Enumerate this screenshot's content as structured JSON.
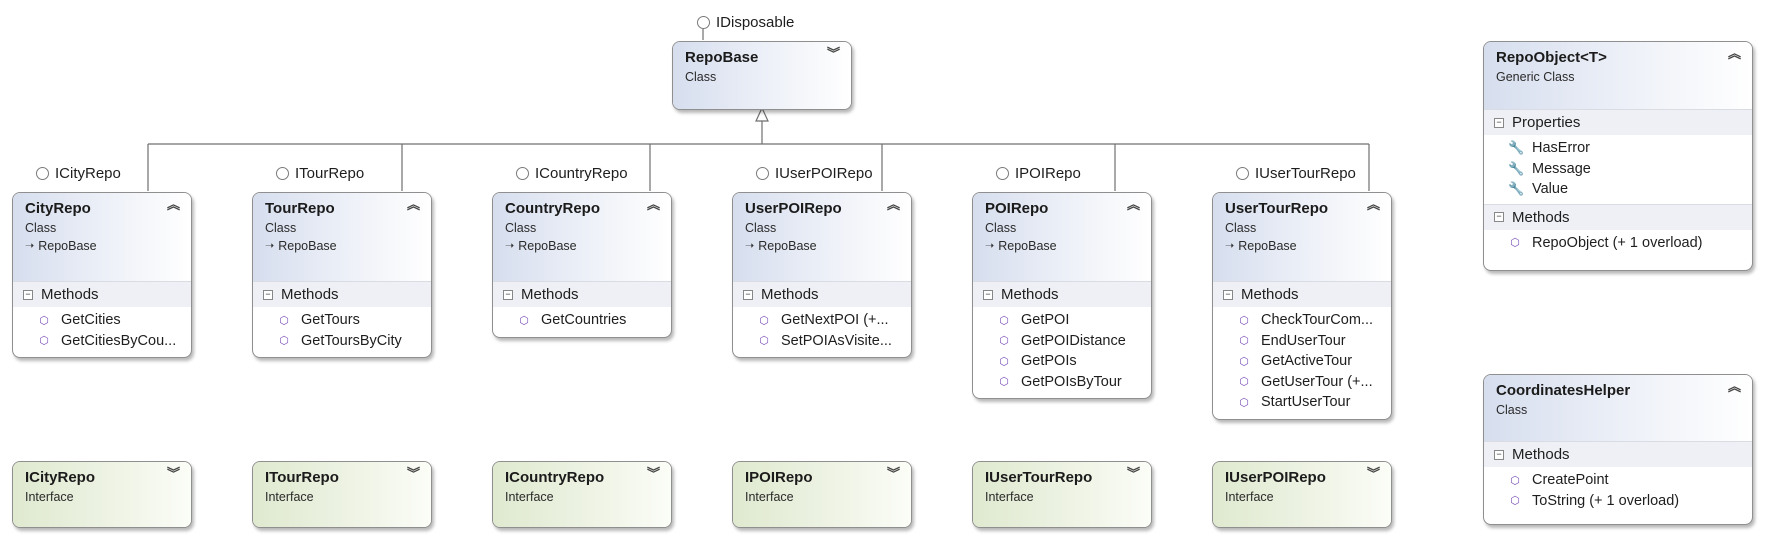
{
  "base_interface": {
    "label": "IDisposable"
  },
  "repo_base": {
    "title": "RepoBase",
    "kind": "Class"
  },
  "repos": [
    {
      "title": "CityRepo",
      "kind": "Class",
      "base": "RepoBase",
      "interface": "ICityRepo",
      "section": "Methods",
      "members": [
        "GetCities",
        "GetCitiesByCou..."
      ]
    },
    {
      "title": "TourRepo",
      "kind": "Class",
      "base": "RepoBase",
      "interface": "ITourRepo",
      "section": "Methods",
      "members": [
        "GetTours",
        "GetToursByCity"
      ]
    },
    {
      "title": "CountryRepo",
      "kind": "Class",
      "base": "RepoBase",
      "interface": "ICountryRepo",
      "section": "Methods",
      "members": [
        "GetCountries"
      ]
    },
    {
      "title": "UserPOIRepo",
      "kind": "Class",
      "base": "RepoBase",
      "interface": "IUserPOIRepo",
      "section": "Methods",
      "members": [
        "GetNextPOI (+...",
        "SetPOIAsVisite..."
      ]
    },
    {
      "title": "POIRepo",
      "kind": "Class",
      "base": "RepoBase",
      "interface": "IPOIRepo",
      "section": "Methods",
      "members": [
        "GetPOI",
        "GetPOIDistance",
        "GetPOIs",
        "GetPOIsByTour"
      ]
    },
    {
      "title": "UserTourRepo",
      "kind": "Class",
      "base": "RepoBase",
      "interface": "IUserTourRepo",
      "section": "Methods",
      "members": [
        "CheckTourCom...",
        "EndUserTour",
        "GetActiveTour",
        "GetUserTour (+...",
        "StartUserTour"
      ]
    }
  ],
  "interfaces": [
    {
      "title": "ICityRepo",
      "kind": "Interface"
    },
    {
      "title": "ITourRepo",
      "kind": "Interface"
    },
    {
      "title": "ICountryRepo",
      "kind": "Interface"
    },
    {
      "title": "IPOIRepo",
      "kind": "Interface"
    },
    {
      "title": "IUserTourRepo",
      "kind": "Interface"
    },
    {
      "title": "IUserPOIRepo",
      "kind": "Interface"
    }
  ],
  "repo_object": {
    "title": "RepoObject<T>",
    "kind": "Generic Class",
    "properties_label": "Properties",
    "properties": [
      "HasError",
      "Message",
      "Value"
    ],
    "methods_label": "Methods",
    "methods": [
      "RepoObject (+ 1 overload)"
    ]
  },
  "coordinates_helper": {
    "title": "CoordinatesHelper",
    "kind": "Class",
    "methods_label": "Methods",
    "methods": [
      "CreatePoint",
      "ToString (+ 1 overload)"
    ]
  },
  "colors": {
    "class_header": "#d6deee",
    "interface_header": "#dfe9cf",
    "member_icon": "#7a4fb5",
    "line": "#7a7a7a"
  },
  "icons": {
    "method": "method-cube-icon",
    "property": "wrench-icon",
    "collapse": "chevron-up-double-icon",
    "expand": "chevron-down-double-icon",
    "interface": "lollipop-icon"
  }
}
